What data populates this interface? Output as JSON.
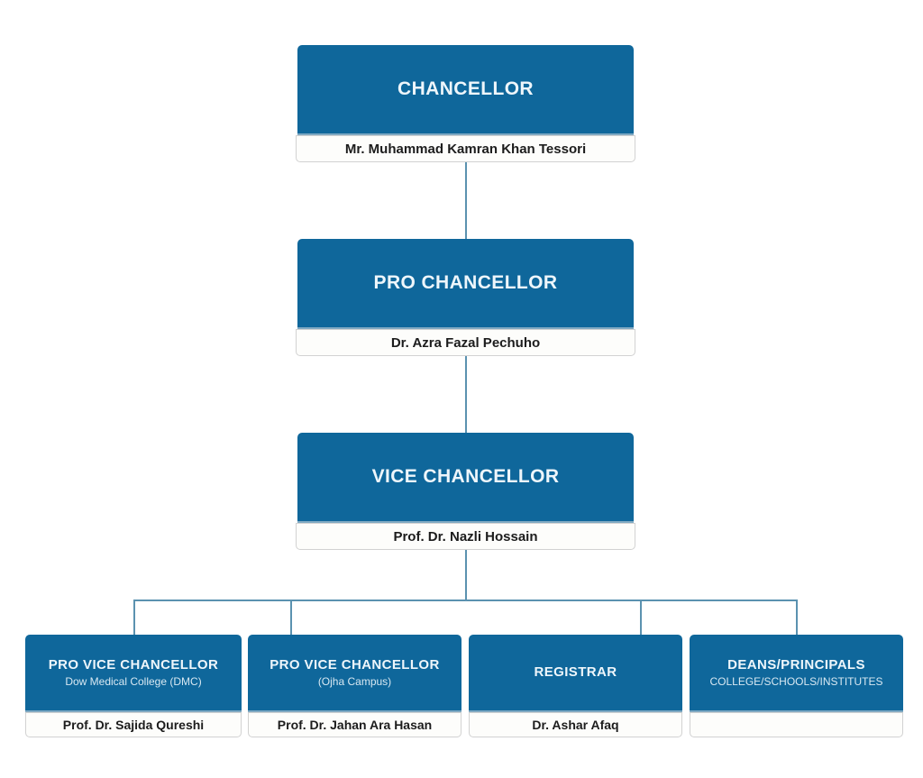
{
  "chart": {
    "type": "org-chart",
    "background_color": "#ffffff",
    "accent_color": "#0f679b",
    "connector_color": "#5b92b0",
    "name_bar_color": "#fdfdfb"
  },
  "levels": [
    {
      "level": 1,
      "nodes": [
        {
          "title": "CHANCELLOR",
          "subtitle": "",
          "name": "Mr. Muhammad Kamran Khan Tessori"
        }
      ]
    },
    {
      "level": 2,
      "nodes": [
        {
          "title": "PRO CHANCELLOR",
          "subtitle": "",
          "name": "Dr. Azra Fazal Pechuho"
        }
      ]
    },
    {
      "level": 3,
      "nodes": [
        {
          "title": "VICE CHANCELLOR",
          "subtitle": "",
          "name": "Prof. Dr. Nazli Hossain"
        }
      ]
    },
    {
      "level": 4,
      "nodes": [
        {
          "title": "PRO VICE CHANCELLOR",
          "subtitle": "Dow Medical College (DMC)",
          "name": "Prof. Dr. Sajida Qureshi"
        },
        {
          "title": "PRO VICE CHANCELLOR",
          "subtitle": "(Ojha Campus)",
          "name": "Prof. Dr. Jahan Ara Hasan"
        },
        {
          "title": "REGISTRAR",
          "subtitle": "",
          "name": "Dr. Ashar Afaq"
        },
        {
          "title": "DEANS/PRINCIPALS",
          "subtitle": "COLLEGE/SCHOOLS/INSTITUTES",
          "name": ""
        }
      ]
    }
  ]
}
